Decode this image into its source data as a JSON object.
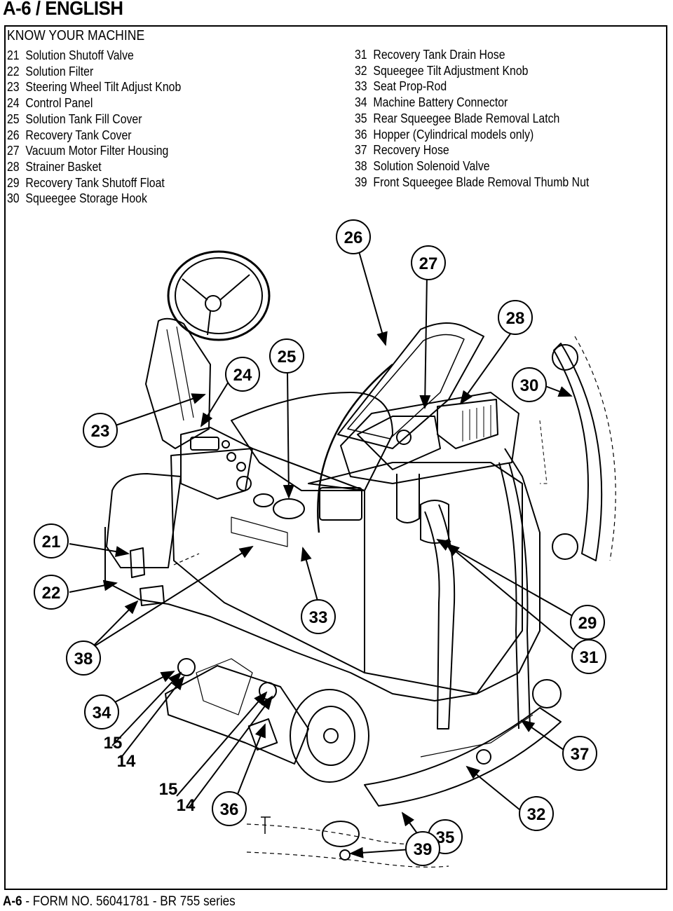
{
  "header": {
    "title": "A-6 / ENGLISH"
  },
  "section": {
    "title": "KNOW YOUR MACHINE"
  },
  "legend_left": [
    {
      "num": "21",
      "label": "Solution Shutoff Valve"
    },
    {
      "num": "22",
      "label": "Solution Filter"
    },
    {
      "num": "23",
      "label": "Steering Wheel Tilt Adjust Knob"
    },
    {
      "num": "24",
      "label": "Control Panel"
    },
    {
      "num": "25",
      "label": "Solution Tank Fill Cover"
    },
    {
      "num": "26",
      "label": "Recovery Tank Cover"
    },
    {
      "num": "27",
      "label": "Vacuum Motor Filter Housing"
    },
    {
      "num": "28",
      "label": "Strainer Basket"
    },
    {
      "num": "29",
      "label": "Recovery Tank Shutoff Float"
    },
    {
      "num": "30",
      "label": "Squeegee Storage Hook"
    }
  ],
  "legend_right": [
    {
      "num": "31",
      "label": "Recovery Tank Drain Hose"
    },
    {
      "num": "32",
      "label": "Squeegee Tilt Adjustment Knob"
    },
    {
      "num": "33",
      "label": "Seat Prop-Rod"
    },
    {
      "num": "34",
      "label": "Machine Battery Connector"
    },
    {
      "num": "35",
      "label": "Rear Squeegee Blade Removal Latch"
    },
    {
      "num": "36",
      "label": "Hopper (Cylindrical models only)"
    },
    {
      "num": "37",
      "label": "Recovery Hose"
    },
    {
      "num": "38",
      "label": "Solution Solenoid Valve"
    },
    {
      "num": "39",
      "label": "Front Squeegee Blade Removal Thumb Nut"
    }
  ],
  "callouts": {
    "c21": "21",
    "c22": "22",
    "c23": "23",
    "c24": "24",
    "c25": "25",
    "c26": "26",
    "c27": "27",
    "c28": "28",
    "c29": "29",
    "c30": "30",
    "c31": "31",
    "c32": "32",
    "c33": "33",
    "c34": "34",
    "c35": "35",
    "c36": "36",
    "c37": "37",
    "c38": "38",
    "c39": "39",
    "c15a": "15",
    "c14a": "14",
    "c15b": "15",
    "c14b": "14"
  },
  "footer": {
    "page": "A-6",
    "form": " - FORM NO. 56041781 - BR 755 series"
  }
}
